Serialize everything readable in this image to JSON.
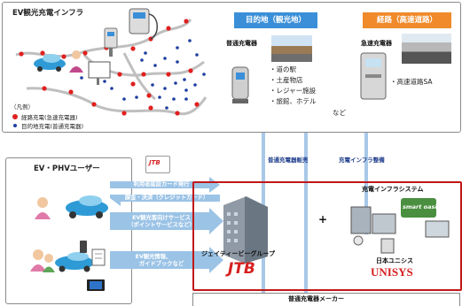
{
  "top_panel": {
    "title": "EV観光充電インフラ",
    "legend": {
      "heading": "（凡例）",
      "route": "経路充電(急速充電器)",
      "destination": "目的地充電(普通充電器)",
      "route_color": "#e02020",
      "destination_color": "#1f3f9f"
    },
    "destination_badge": "目的地（観光地）",
    "route_badge": "経路（高速道路）",
    "destination_badge_color": "#3a8fd8",
    "route_badge_color": "#f08a2a",
    "normal_charger": "普通充電器",
    "fast_charger": "急速充電器",
    "destination_list": [
      "・道の駅",
      "・土産物店",
      "・レジャー施設",
      "・旅館、ホテル",
      "など"
    ],
    "route_list": [
      "・高速道路SA"
    ]
  },
  "middle": {
    "normal_sales": "普通充電器販売",
    "infra_maintenance": "充電インフラ整備"
  },
  "left_panel": {
    "title": "EV・PHVユーザー"
  },
  "flows": [
    "利用者認証カード発行",
    "課金・決済（クレジットカード）",
    "EV観光客向けサービス",
    "（ポイントサービスなど）",
    "EV観光情報、",
    "ガイドブックなど"
  ],
  "system": {
    "title": "充電インフラシステム",
    "plus": "+",
    "smart_oasis": "smart oasis"
  },
  "companies": {
    "jtb_group": "ジェイティービーグループ",
    "jtb_logo": "JTB",
    "unisys_name": "日本ユニシス",
    "unisys_logo": "UNISYS"
  },
  "maker": "普通充電器メーカー"
}
